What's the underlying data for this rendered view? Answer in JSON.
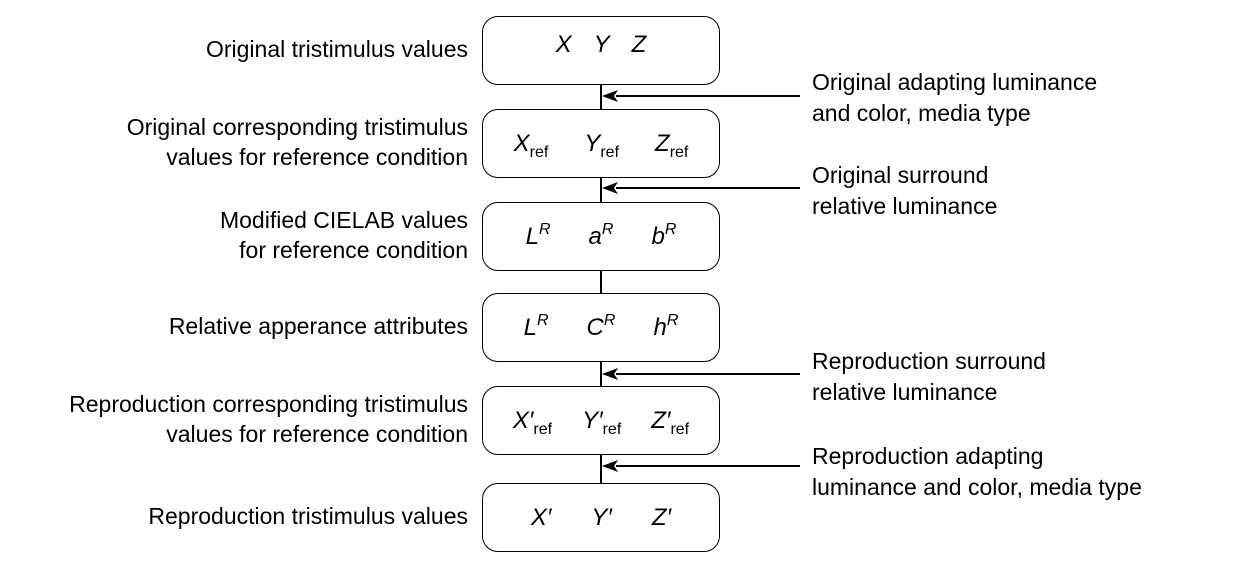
{
  "stages": [
    {
      "id": "original-tristimulus",
      "label_lines": [
        "Original tristimulus values"
      ],
      "symbols": [
        {
          "base": "X"
        },
        {
          "base": "Y"
        },
        {
          "base": "Z"
        }
      ]
    },
    {
      "id": "original-corresponding",
      "label_lines": [
        "Original corresponding tristimulus",
        "values for reference condition"
      ],
      "symbols": [
        {
          "base": "X",
          "sub": "ref"
        },
        {
          "base": "Y",
          "sub": "ref"
        },
        {
          "base": "Z",
          "sub": "ref"
        }
      ]
    },
    {
      "id": "modified-cielab",
      "label_lines": [
        "Modified CIELAB values",
        "for reference condition"
      ],
      "symbols": [
        {
          "base": "L",
          "sup": "R"
        },
        {
          "base": "a",
          "sup": "R"
        },
        {
          "base": "b",
          "sup": "R"
        }
      ]
    },
    {
      "id": "relative-appearance",
      "label_lines": [
        "Relative apperance attributes"
      ],
      "symbols": [
        {
          "base": "L",
          "sup": "R"
        },
        {
          "base": "C",
          "sup": "R"
        },
        {
          "base": "h",
          "sup": "R"
        }
      ]
    },
    {
      "id": "reproduction-corresponding",
      "label_lines": [
        "Reproduction corresponding tristimulus",
        "values for reference condition"
      ],
      "symbols": [
        {
          "base": "X′",
          "sub": "ref"
        },
        {
          "base": "Y′",
          "sub": "ref"
        },
        {
          "base": "Z′",
          "sub": "ref"
        }
      ]
    },
    {
      "id": "reproduction-tristimulus",
      "label_lines": [
        "Reproduction tristimulus values"
      ],
      "symbols": [
        {
          "base": "X′"
        },
        {
          "base": "Y′"
        },
        {
          "base": "Z′"
        }
      ]
    }
  ],
  "conditions": [
    {
      "id": "original-adapting",
      "label_lines": [
        "Original adapting luminance",
        "and color, media type"
      ]
    },
    {
      "id": "original-surround",
      "label_lines": [
        "Original surround",
        "relative luminance"
      ]
    },
    {
      "id": "reproduction-surround",
      "label_lines": [
        "Reproduction surround",
        "relative luminance"
      ]
    },
    {
      "id": "reproduction-adapting",
      "label_lines": [
        "Reproduction adapting",
        "luminance and color, media type"
      ]
    }
  ]
}
